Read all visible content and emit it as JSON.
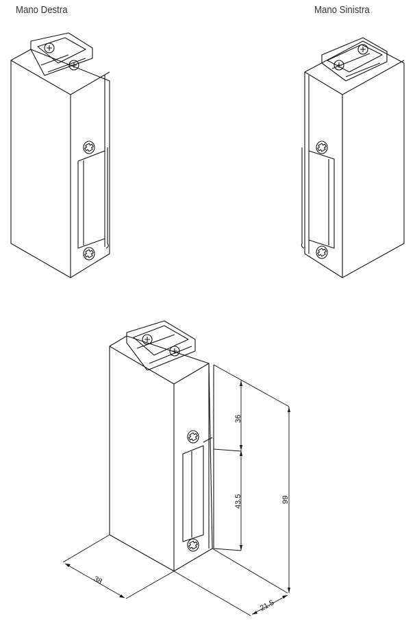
{
  "labels": {
    "right_hand": "Mano Destra",
    "left_hand": "Mano Sinistra"
  },
  "dimensions": {
    "width": "38",
    "depth": "21.5",
    "height": "99",
    "upper": "36",
    "strike": "43.5"
  }
}
